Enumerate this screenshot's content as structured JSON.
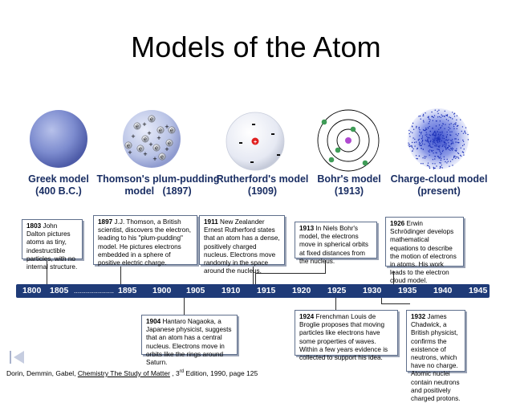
{
  "title": "Models of the Atom",
  "models": {
    "greek": {
      "name": "Greek model",
      "date": "(400 B.C.)"
    },
    "thomson": {
      "name": "Thomson's plum-pudding",
      "date": "model   (1897)"
    },
    "rutherford": {
      "name": "Rutherford's model",
      "date": "(1909)"
    },
    "bohr": {
      "name": "Bohr's model",
      "date": "(1913)"
    },
    "cloud": {
      "name": "Charge-cloud model",
      "date": "(present)"
    }
  },
  "thomson_particles": {
    "electron": "e",
    "positive": "+"
  },
  "rutherford_particles": {
    "electron": "-",
    "nucleus": "+"
  },
  "notes": {
    "n1803": {
      "year": "1803",
      "text": "John Dalton pictures atoms as tiny, indestructible particles, with no internal structure."
    },
    "n1897": {
      "year": "1897",
      "text": "J.J. Thomson, a British scientist, discovers the electron, leading to his \"plum-pudding\" model.  He pictures electrons embedded in a sphere of positive electric charge."
    },
    "n1911": {
      "year": "1911",
      "text": "New Zealander Ernest Rutherford states that an atom has a dense, positively charged nucleus. Electrons move randomly in the space around the nucleus."
    },
    "n1913": {
      "year": "1913",
      "text": "In Niels Bohr's model, the electrons move in spherical orbits at fixed distances from the nucleus."
    },
    "n1926": {
      "year": "1926",
      "text": "Erwin Schrödinger develops mathematical equations to describe the motion of electrons in atoms.  His work leads to the electron cloud model."
    },
    "n1904": {
      "year": "1904",
      "text": "Hantaro Nagaoka, a Japanese physicist, suggests that an atom has a central nucleus.  Electrons move in orbits like the rings around Saturn."
    },
    "n1924": {
      "year": "1924",
      "text": "Frenchman Louis de Broglie proposes that moving particles like electrons have some properties of waves.  Within a few years evidence is collected to support his idea."
    },
    "n1932": {
      "year": "1932",
      "text": "James Chadwick, a British physicist, confirms the existence of neutrons, which have no charge.  Atomic nuclei contain neutrons and positively charged protons."
    }
  },
  "timeline": {
    "ticks": [
      "1800",
      "1805",
      "....................",
      "1895",
      "1900",
      "1905",
      "1910",
      "1915",
      "1920",
      "1925",
      "1930",
      "1935",
      "1940",
      "1945"
    ]
  },
  "footer": {
    "authors": "Dorin, Demmin, Gabel, ",
    "book": "Chemistry The Study of Matter",
    "edition_pre": " , 3",
    "edition_sup": "rd",
    "edition_post": " Edition, 1990, page 125"
  },
  "colors": {
    "timeline": "#1f3b78",
    "label": "#1a2e63",
    "sphere": "#6f7fc4",
    "cloud": "#3a4fd0"
  }
}
